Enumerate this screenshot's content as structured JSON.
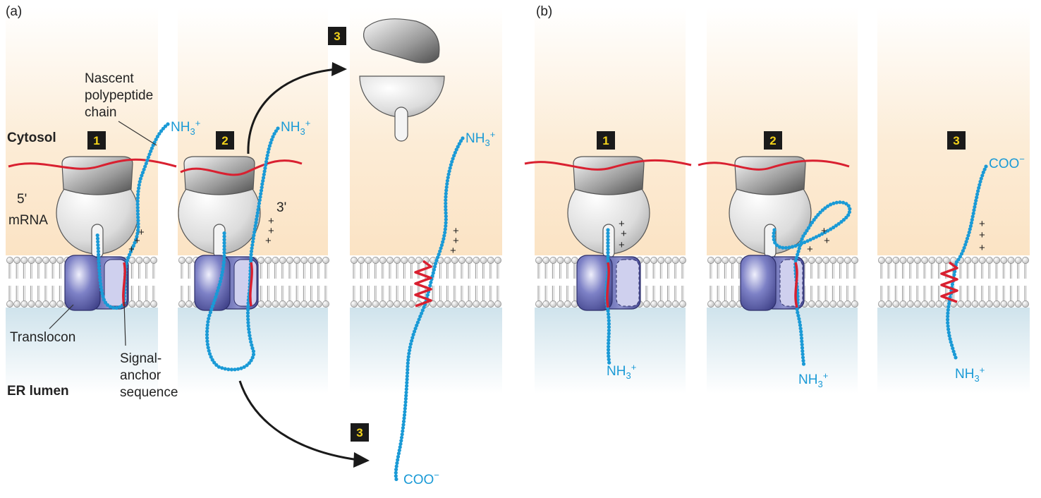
{
  "panels": {
    "a": {
      "label": "(a)"
    },
    "b": {
      "label": "(b)"
    }
  },
  "labels": {
    "nascent_1": "Nascent",
    "nascent_2": "polypeptide",
    "nascent_3": "chain",
    "cytosol": "Cytosol",
    "five_prime": "5'",
    "mrna": "mRNA",
    "three_prime": "3'",
    "translocon": "Translocon",
    "signal_1": "Signal-",
    "signal_2": "anchor",
    "signal_3": "sequence",
    "er_lumen": "ER lumen"
  },
  "termini": {
    "nh3": "NH",
    "nh3_sub": "3",
    "nh3_sup": "+",
    "coo": "COO",
    "coo_sup": "−"
  },
  "steps": {
    "a1": "1",
    "a2": "2",
    "a3_top": "3",
    "a3_bottom": "3",
    "b1": "1",
    "b2": "2",
    "b3": "3"
  },
  "charge_symbol": "+",
  "colors": {
    "polypeptide": "#1a9ad6",
    "mrna": "#d92030",
    "signal_anchor": "#d92030",
    "translocon": "#6b6fb8",
    "step_box": "#1a1a1a",
    "step_text": "#f2d21b",
    "cytosol_bg": "#fbe7cc",
    "lumen_bg": "#d6e8f0"
  }
}
